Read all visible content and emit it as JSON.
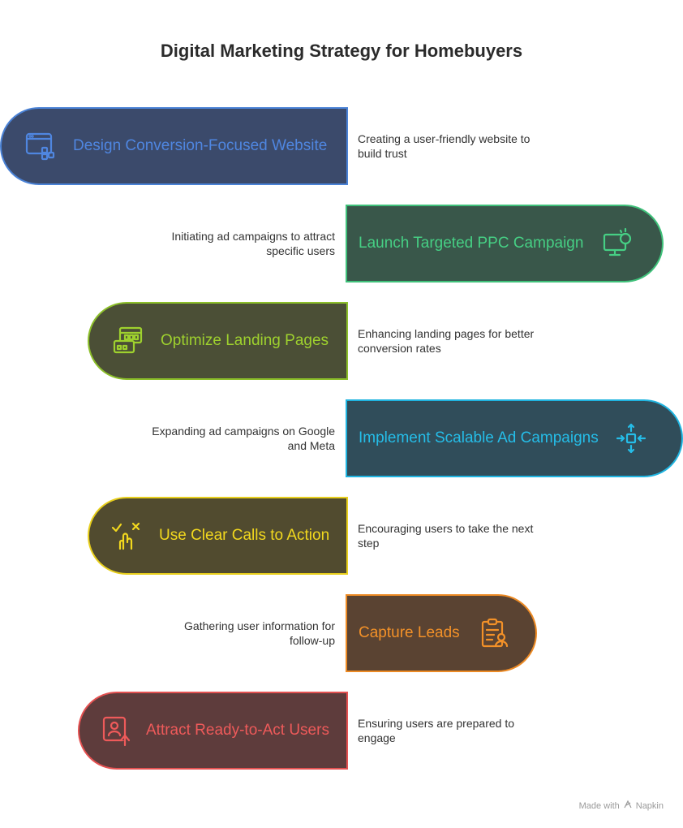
{
  "title": "Digital Marketing Strategy for Homebuyers",
  "steps": [
    {
      "label": "Design Conversion-Focused Website",
      "description": "Creating a user-friendly website to build trust",
      "icon": "website-layout-icon",
      "fill": "#3b4a6b",
      "border": "#4a82d6",
      "text_color": "#4f86e0"
    },
    {
      "label": "Launch Targeted PPC Campaign",
      "description": "Initiating ad campaigns to attract specific users",
      "icon": "monitor-click-icon",
      "fill": "#39574a",
      "border": "#3fc17a",
      "text_color": "#46cf84"
    },
    {
      "label": "Optimize Landing Pages",
      "description": "Enhancing landing pages for better conversion rates",
      "icon": "landing-page-icon",
      "fill": "#4b4f36",
      "border": "#8cbf2a",
      "text_color": "#9ed12e"
    },
    {
      "label": "Implement Scalable Ad Campaigns",
      "description": "Expanding ad campaigns on Google and Meta",
      "icon": "scale-arrows-icon",
      "fill": "#304d5a",
      "border": "#1fb4e0",
      "text_color": "#25bde8"
    },
    {
      "label": "Use Clear Calls to Action",
      "description": "Encouraging users to take the next step",
      "icon": "hand-pointer-icon",
      "fill": "#514b2f",
      "border": "#e8cf1c",
      "text_color": "#f2d81e"
    },
    {
      "label": "Capture Leads",
      "description": "Gathering user information for follow-up",
      "icon": "clipboard-user-icon",
      "fill": "#5a4332",
      "border": "#ec8a24",
      "text_color": "#f39128"
    },
    {
      "label": "Attract Ready-to-Act Users",
      "description": "Ensuring users are prepared to engage",
      "icon": "user-upload-icon",
      "fill": "#5e3c3c",
      "border": "#e45151",
      "text_color": "#ee5a5a"
    }
  ],
  "footer": {
    "made_with": "Made with",
    "brand": "Napkin"
  }
}
